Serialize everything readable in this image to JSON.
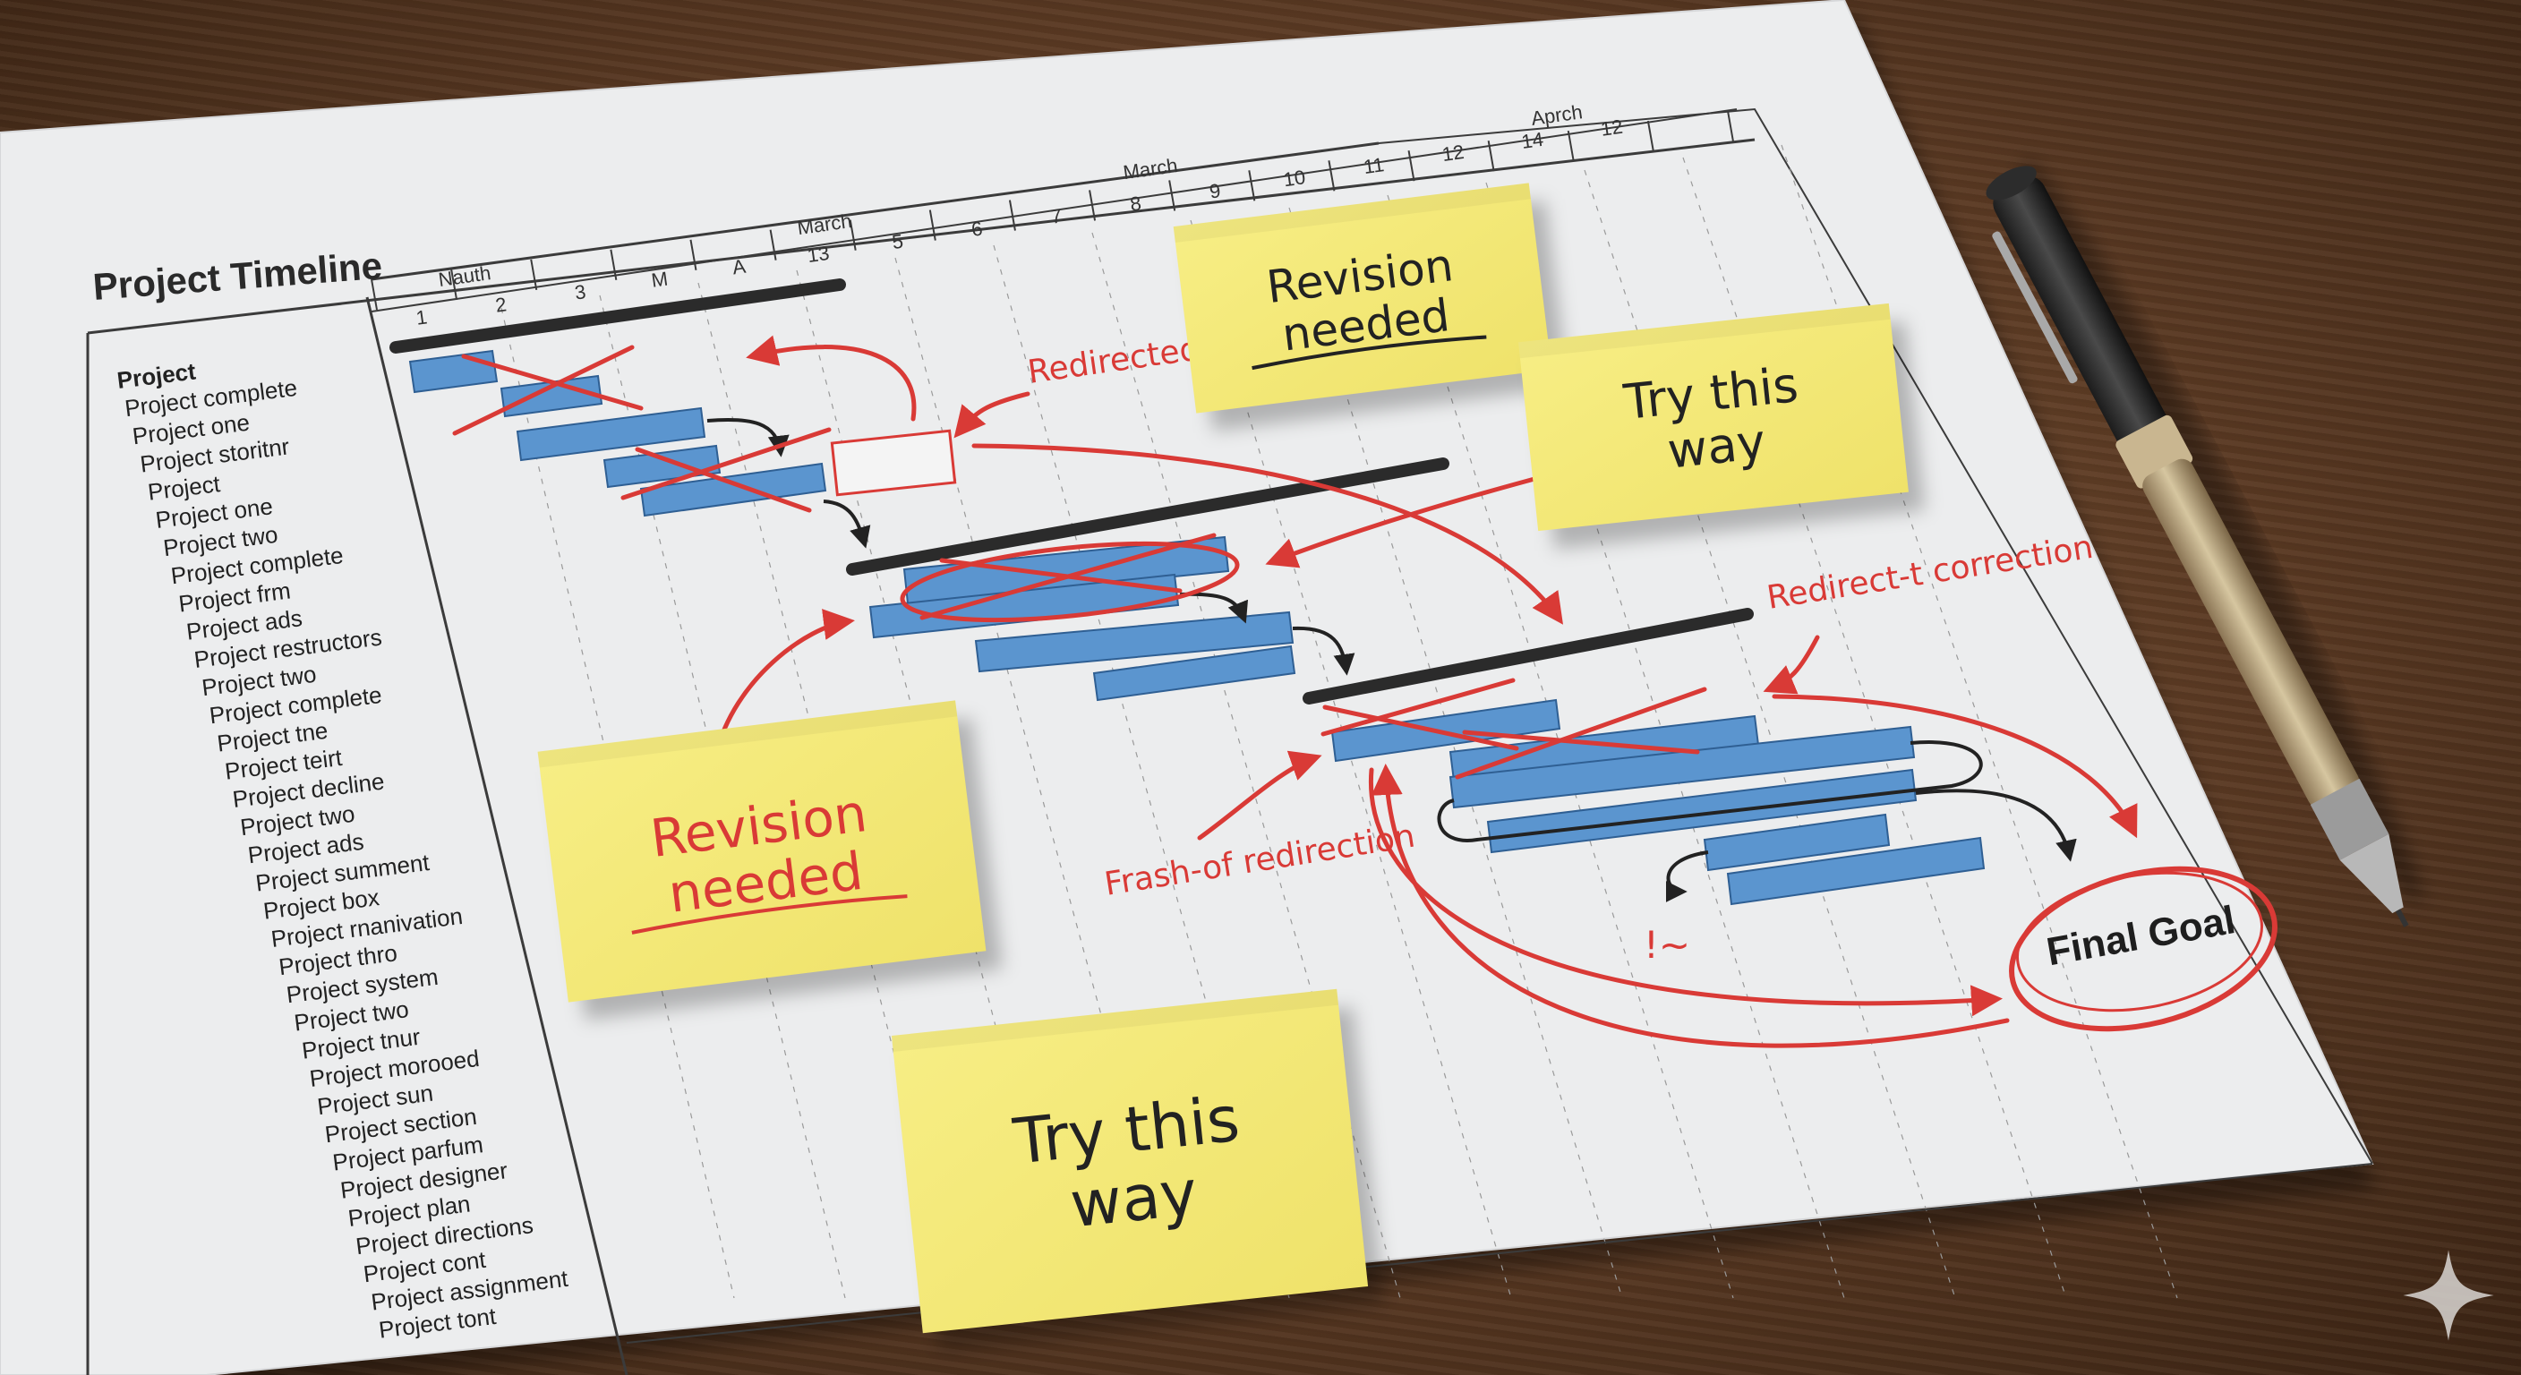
{
  "paper": {
    "title": "Project Timeline"
  },
  "header": {
    "month_row": [
      "Nauth",
      "March",
      "March",
      "Aprch"
    ],
    "day_row": [
      "1",
      "2",
      "3",
      "M",
      "A",
      "13",
      "5",
      "6",
      "7",
      "8",
      "9",
      "10",
      "11",
      "12",
      "14",
      "12"
    ]
  },
  "tasks": [
    "Project",
    "Project complete",
    "Project one",
    "Project storitnr",
    "Project",
    "Project one",
    "Project two",
    "Project complete",
    "Project frm",
    "Project ads",
    "Project restructors",
    "Project two",
    "Project complete",
    "Project tne",
    "Project teirt",
    "Project decline",
    "Project two",
    "Project ads",
    "Project summent",
    "Project box",
    "Project rnanivation",
    "Project thro",
    "Project system",
    "Project two",
    "Project tnur",
    "Project morooed",
    "Project sun",
    "Project section",
    "Project parfum",
    "Project designer",
    "Project plan",
    "Project directions",
    "Project cont",
    "Project assignment",
    "Project tont"
  ],
  "notes": {
    "revision_top": "Revision needed",
    "try_top": "Try this way",
    "revision_left": "Revision needed",
    "try_bottom": "Try this way"
  },
  "annotations": {
    "redirected_correction": "Redirected correction",
    "redirect_correction": "Redirect-t correction",
    "frash_redirection": "Frash-of redirection",
    "exclaim": "!~",
    "final_goal": "Final Goal"
  },
  "colors": {
    "bar": "#5b95cf",
    "ink_red": "#d93a36",
    "note_yellow": "#f4ea7a",
    "paper": "#ecedee"
  }
}
